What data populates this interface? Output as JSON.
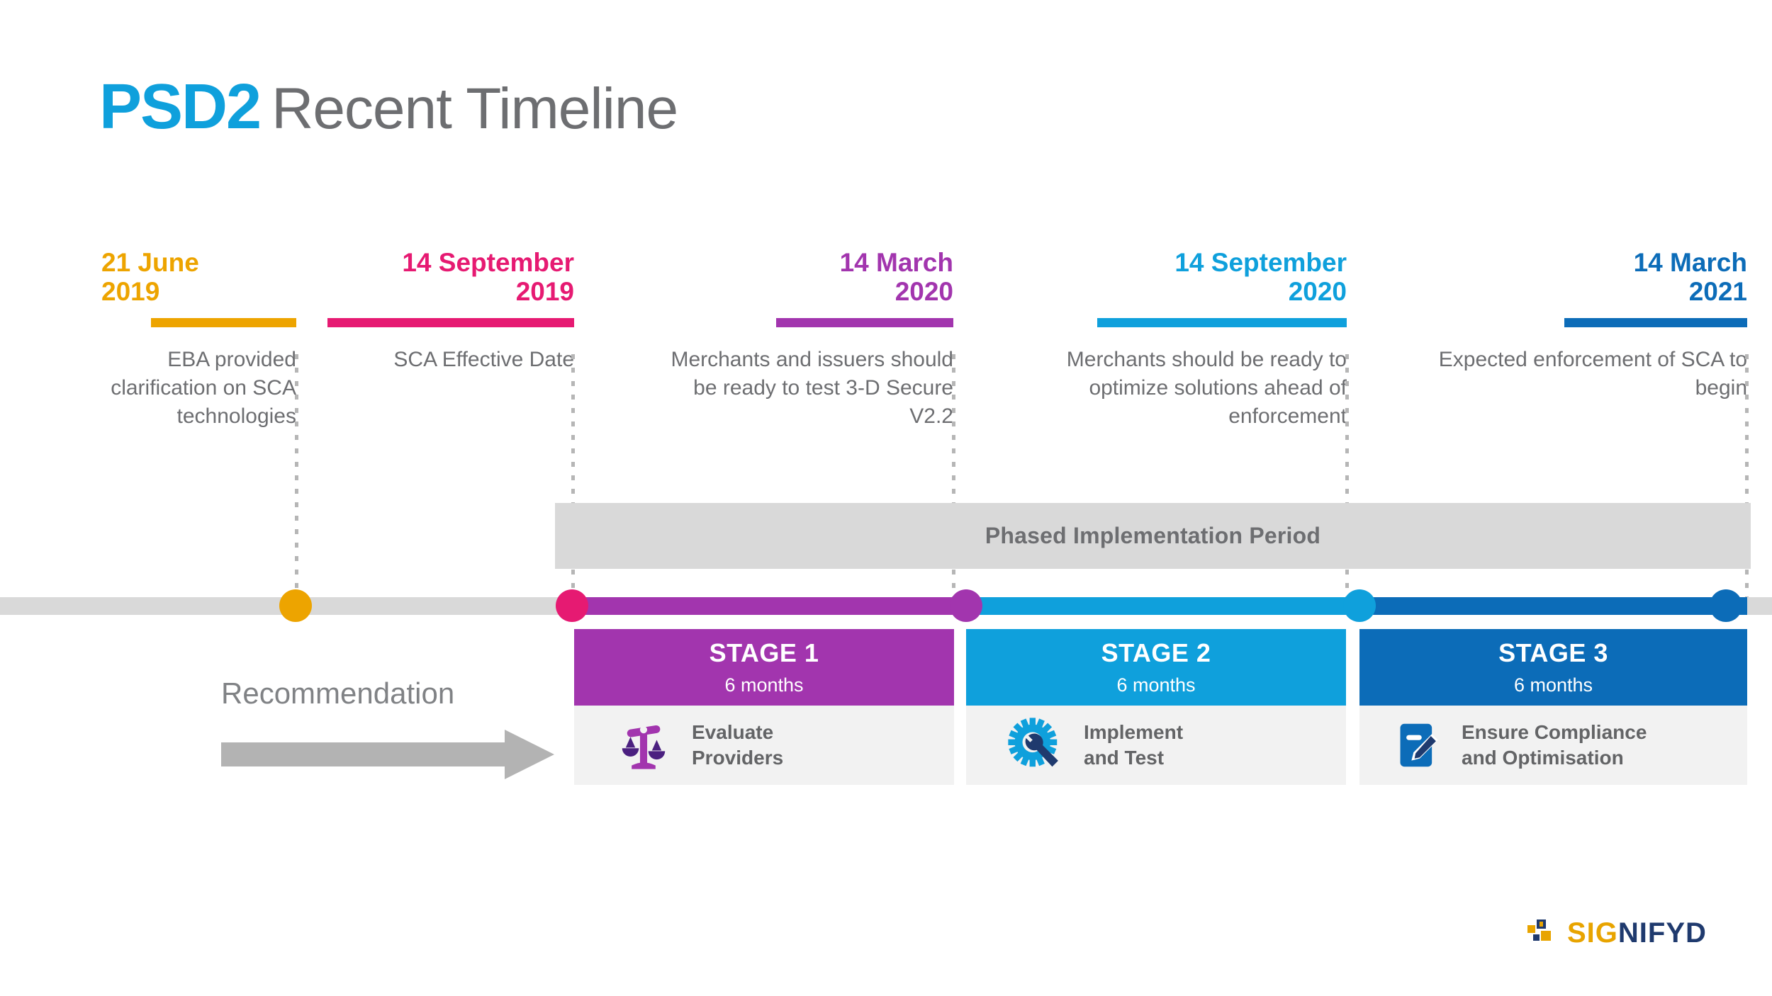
{
  "header": {
    "brand": "PSD2",
    "subtitle": "Recent Timeline"
  },
  "colors": {
    "brand_blue": "#0FA0DC",
    "amber": "#EDA400",
    "pink": "#E61A72",
    "purple": "#A235AE",
    "light_blue": "#0FA0DC",
    "dark_blue": "#0C6CB8",
    "gray_band": "#D9D9D9",
    "gray_text": "#6D6E71",
    "card_body_bg": "#F2F2F2",
    "arrow_gray": "#B3B3B3"
  },
  "milestones": [
    {
      "date": "21 June\n2019",
      "description": "EBA provided\nclarification on\nSCA technologies",
      "color": "#EDA400",
      "dot_color": "#EDA400"
    },
    {
      "date": "14 September\n2019",
      "description": "SCA Effective Date",
      "color": "#E61A72",
      "dot_color": "#E61A72"
    },
    {
      "date": "14 March\n2020",
      "description": "Merchants and issuers\nshould be ready to test\n3-D Secure V2.2",
      "color": "#A235AE",
      "dot_color": "#A235AE"
    },
    {
      "date": "14 September\n2020",
      "description": "Merchants should be ready\nto optimize solutions ahead\nof enforcement",
      "color": "#0FA0DC",
      "dot_color": "#0FA0DC"
    },
    {
      "date": "14 March\n2021",
      "description": "Expected enforcement of\nSCA to begin",
      "color": "#0C6CB8",
      "dot_color": "#0C6CB8"
    }
  ],
  "phased_period": {
    "label": "Phased Implementation Period"
  },
  "recommendation": {
    "label": "Recommendation"
  },
  "stages": [
    {
      "title": "STAGE 1",
      "duration": "6 months",
      "action": "Evaluate\nProviders",
      "color": "#A235AE",
      "icon": "scales-icon"
    },
    {
      "title": "STAGE 2",
      "duration": "6 months",
      "action": "Implement\nand Test",
      "color": "#0FA0DC",
      "icon": "gear-wrench-icon"
    },
    {
      "title": "STAGE 3",
      "duration": "6 months",
      "action": "Ensure Compliance\nand Optimisation",
      "color": "#0C6CB8",
      "icon": "document-pencil-icon"
    }
  ],
  "logo": {
    "name_part1": "SIG",
    "name_part2": "NIFYD"
  }
}
